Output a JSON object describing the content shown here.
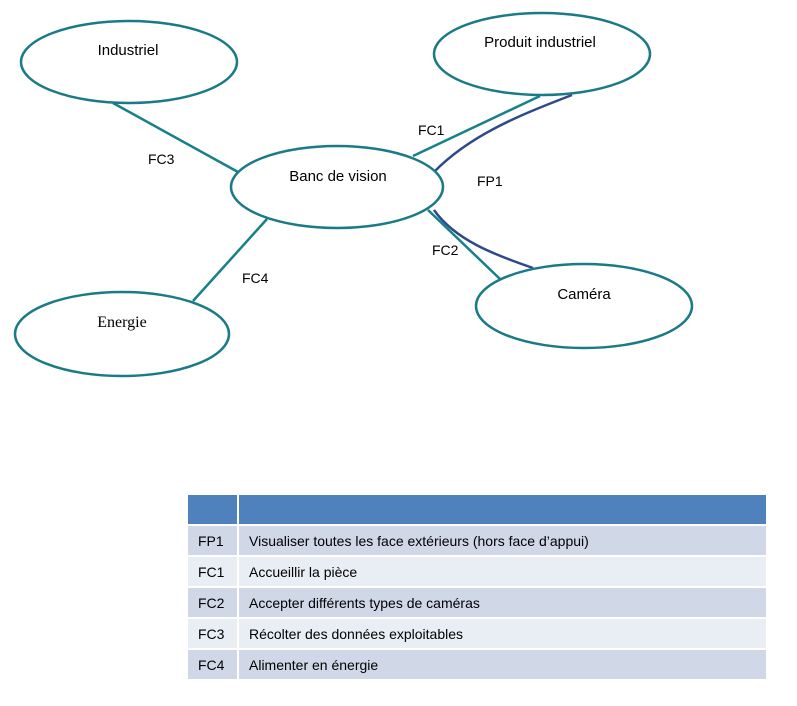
{
  "diagram": {
    "nodes": {
      "center": "Banc de vision",
      "industriel": "Industriel",
      "produit": "Produit industriel",
      "energie": "Energie",
      "camera": "Caméra"
    },
    "edges": {
      "fc1": "FC1",
      "fc2": "FC2",
      "fc3": "FC3",
      "fc4": "FC4",
      "fp1": "FP1"
    },
    "colors": {
      "fc_line": "#17808a",
      "fp_line": "#2e4a8a",
      "ellipse_stroke": "#1a7a86"
    }
  },
  "table": {
    "header": [
      "",
      ""
    ],
    "rows": [
      {
        "code": "FP1",
        "description": "Visualiser toutes les face extérieurs (hors face d’appui)"
      },
      {
        "code": "FC1",
        "description": "Accueillir la pièce"
      },
      {
        "code": "FC2",
        "description": "Accepter différents types de caméras"
      },
      {
        "code": "FC3",
        "description": "Récolter des données exploitables"
      },
      {
        "code": "FC4",
        "description": "Alimenter en énergie"
      }
    ],
    "colors": {
      "header": "#4f81bd",
      "row_odd": "#d0d8e8",
      "row_even": "#e9edf4"
    }
  }
}
